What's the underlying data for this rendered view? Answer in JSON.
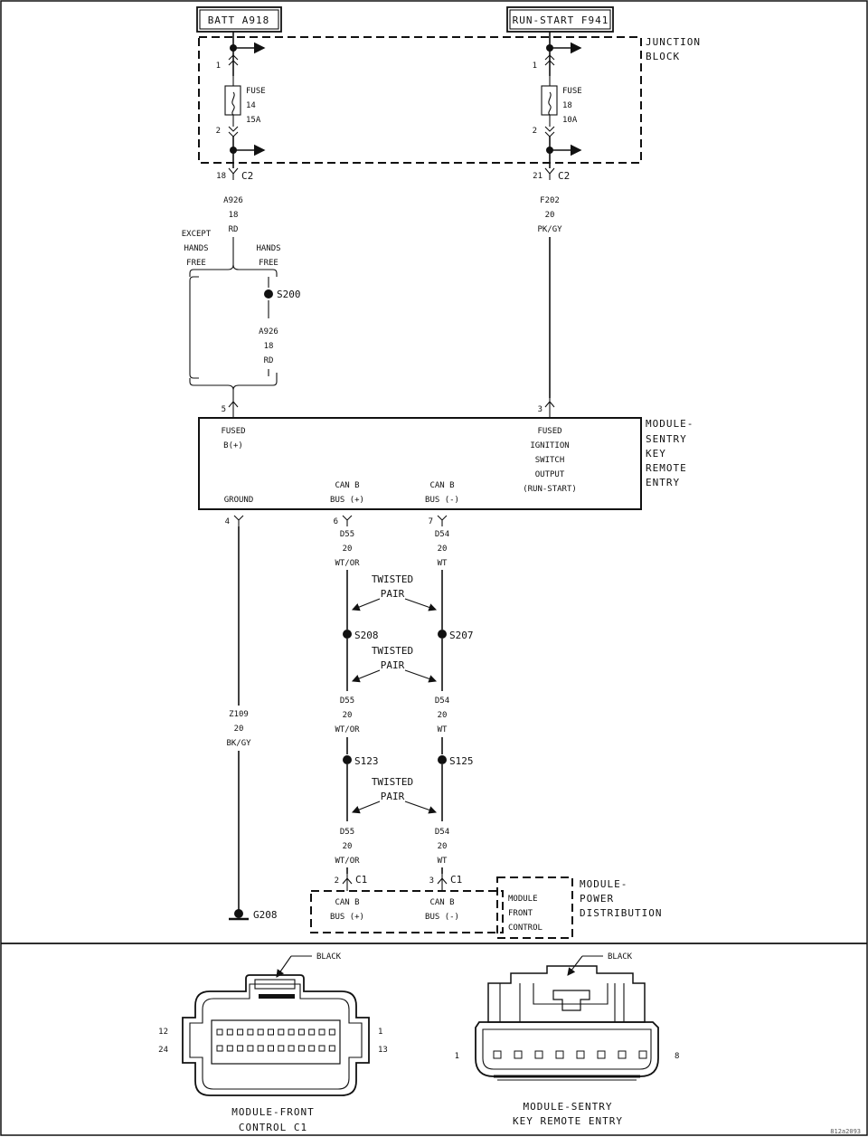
{
  "top": {
    "batt_box": "BATT A918",
    "run_box": "RUN-START F941",
    "junction_block": [
      "JUNCTION",
      "BLOCK"
    ],
    "fuse_left": {
      "pin_top": "1",
      "pin_bottom": "2",
      "label": [
        "FUSE",
        "14",
        "15A"
      ]
    },
    "fuse_right": {
      "pin_top": "1",
      "pin_bottom": "2",
      "label": [
        "FUSE",
        "18",
        "10A"
      ]
    },
    "c2_left": {
      "pin": "18",
      "conn": "C2"
    },
    "c2_right": {
      "pin": "21",
      "conn": "C2"
    }
  },
  "wires": {
    "a926_top": [
      "A926",
      "18",
      "RD"
    ],
    "f202": [
      "F202",
      "20",
      "PK/GY"
    ],
    "except_hands_free": [
      "EXCEPT",
      "HANDS",
      "FREE"
    ],
    "hands_free": [
      "HANDS",
      "FREE"
    ],
    "s200": "S200",
    "a926_mid": [
      "A926",
      "18",
      "RD"
    ],
    "pin5": "5",
    "pin3": "3",
    "pin4": "4",
    "pin6": "6",
    "pin7": "7",
    "z109": [
      "Z109",
      "20",
      "BK/GY"
    ],
    "g208": "G208",
    "d55_a": [
      "D55",
      "20",
      "WT/OR"
    ],
    "d54_a": [
      "D54",
      "20",
      "WT"
    ],
    "d55_b": [
      "D55",
      "20",
      "WT/OR"
    ],
    "d54_b": [
      "D54",
      "20",
      "WT"
    ],
    "d55_c": [
      "D55",
      "20",
      "WT/OR"
    ],
    "d54_c": [
      "D54",
      "20",
      "WT"
    ],
    "twisted_pair": [
      "TWISTED",
      "PAIR"
    ],
    "s208": "S208",
    "s207": "S207",
    "s123": "S123",
    "s125": "S125",
    "c1_left": {
      "pin": "2",
      "conn": "C1"
    },
    "c1_right": {
      "pin": "3",
      "conn": "C1"
    }
  },
  "module_sentry": {
    "name": [
      "MODULE-",
      "SENTRY",
      "KEY",
      "REMOTE",
      "ENTRY"
    ],
    "fused_b": [
      "FUSED",
      "B(+)"
    ],
    "fused_ign": [
      "FUSED",
      "IGNITION",
      "SWITCH",
      "OUTPUT",
      "(RUN-START)"
    ],
    "ground": "GROUND",
    "can_plus": [
      "CAN B",
      "BUS (+)"
    ],
    "can_minus": [
      "CAN B",
      "BUS (-)"
    ]
  },
  "module_power": {
    "name": [
      "MODULE-",
      "POWER",
      "DISTRIBUTION"
    ],
    "can_plus": [
      "CAN B",
      "BUS (+)"
    ],
    "can_minus": [
      "CAN B",
      "BUS (-)"
    ],
    "front_control": [
      "MODULE",
      "FRONT",
      "CONTROL"
    ]
  },
  "connectors": {
    "left": {
      "black": "BLACK",
      "pin12": "12",
      "pin24": "24",
      "pin1": "1",
      "pin13": "13",
      "caption": [
        "MODULE-FRONT",
        "CONTROL C1"
      ]
    },
    "right": {
      "black": "BLACK",
      "pin1": "1",
      "pin8": "8",
      "caption": [
        "MODULE-SENTRY",
        "KEY REMOTE ENTRY"
      ]
    }
  },
  "figure_id": "812a2093"
}
